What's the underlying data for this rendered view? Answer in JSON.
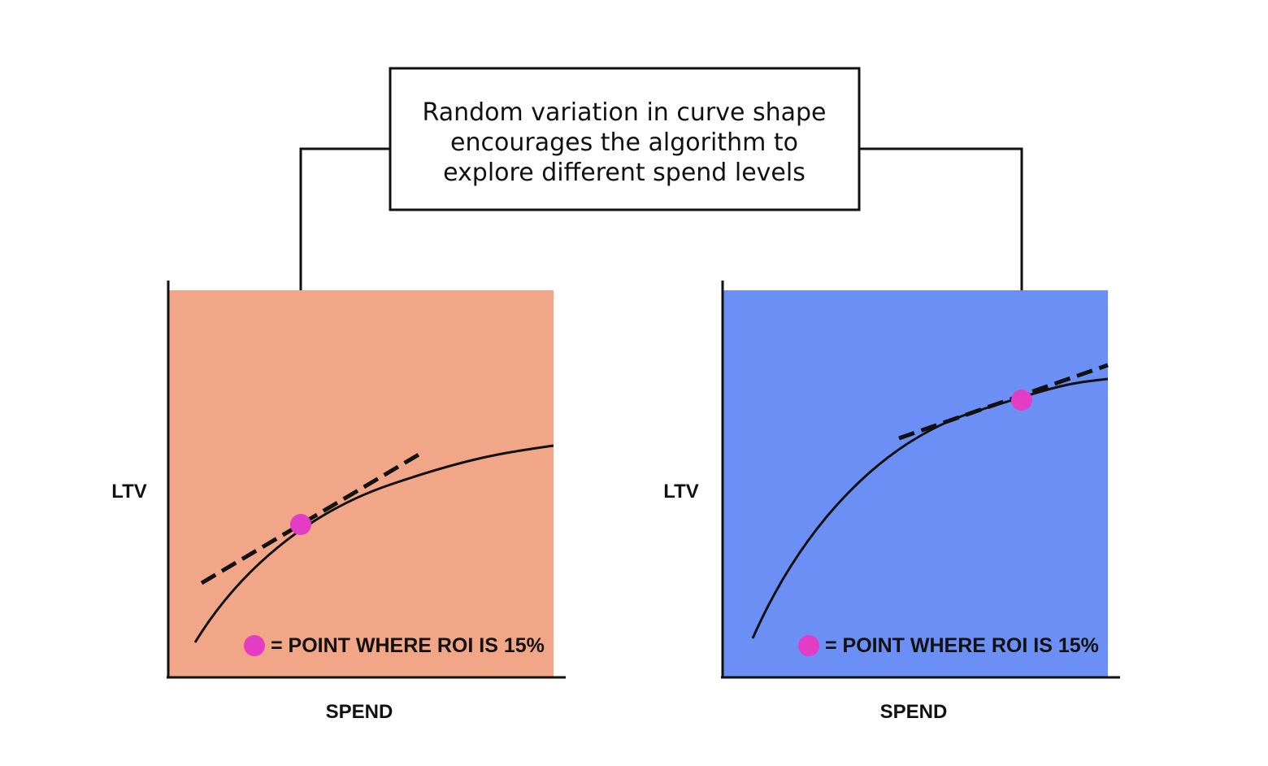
{
  "callout": {
    "lines": [
      "Random variation in curve shape",
      "encourages the algorithm to",
      "explore different spend levels"
    ]
  },
  "colors": {
    "left_panel": "#F2A688",
    "right_panel": "#6B8FF4",
    "roi_marker": "#E23DC4",
    "ink": "#111111"
  },
  "panels": [
    {
      "x_label": "SPEND",
      "y_label": "LTV",
      "legend_text": "= POINT WHERE ROI IS 15%",
      "marker_symbol": "magenta-dot"
    },
    {
      "x_label": "SPEND",
      "y_label": "LTV",
      "legend_text": "= POINT WHERE ROI IS 15%",
      "marker_symbol": "magenta-dot"
    }
  ]
}
